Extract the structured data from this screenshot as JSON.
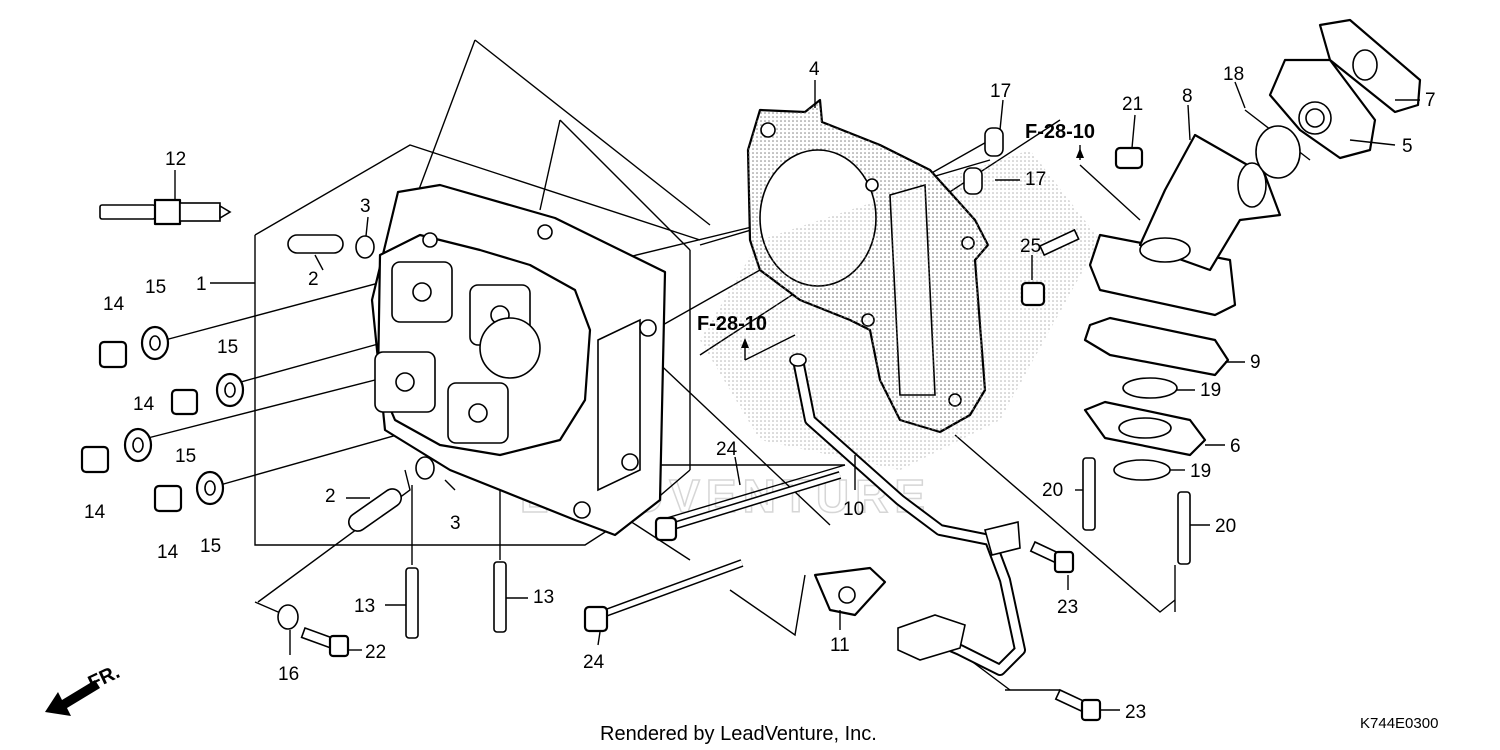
{
  "diagram": {
    "callouts": {
      "c1": "1",
      "c2a": "2",
      "c2b": "2",
      "c3a": "3",
      "c3b": "3",
      "c4": "4",
      "c5": "5",
      "c6": "6",
      "c7": "7",
      "c8": "8",
      "c9": "9",
      "c10": "10",
      "c11": "11",
      "c12": "12",
      "c13a": "13",
      "c13b": "13",
      "c14a": "14",
      "c14b": "14",
      "c14c": "14",
      "c14d": "14",
      "c15a": "15",
      "c15b": "15",
      "c15c": "15",
      "c15d": "15",
      "c16": "16",
      "c17a": "17",
      "c17b": "17",
      "c18": "18",
      "c19a": "19",
      "c19b": "19",
      "c20a": "20",
      "c20b": "20",
      "c21": "21",
      "c22": "22",
      "c23a": "23",
      "c23b": "23",
      "c24a": "24",
      "c24b": "24",
      "c25": "25"
    },
    "references": {
      "ref_top": "F-28-10",
      "ref_mid": "F-28-10"
    },
    "front_indicator": "FR.",
    "watermark": "LEADVENTURE",
    "footer_text": "Rendered by LeadVenture, Inc.",
    "diagram_code": "K744E0300"
  }
}
